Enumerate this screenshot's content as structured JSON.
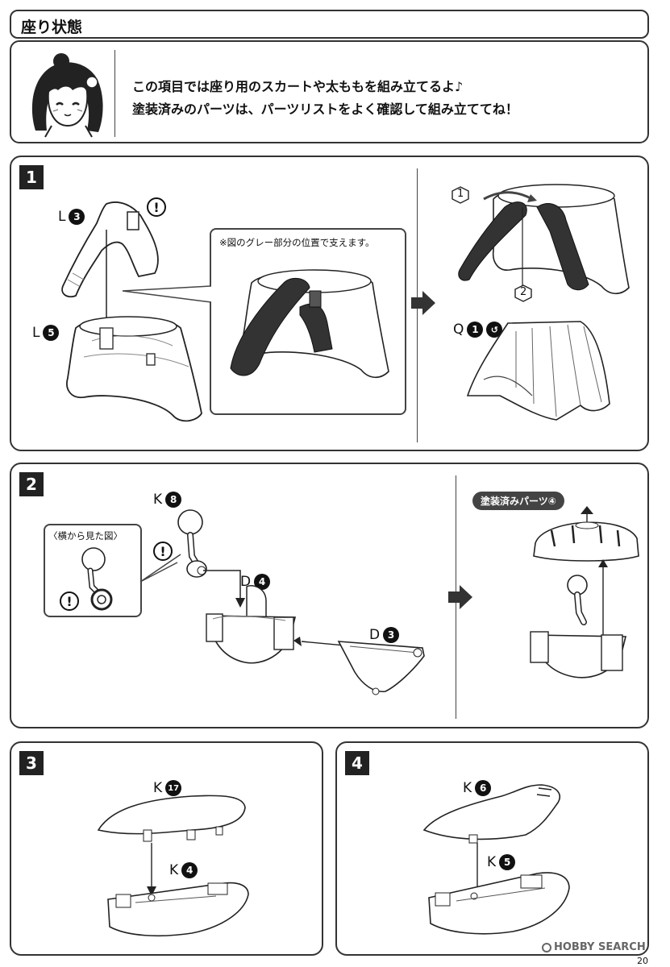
{
  "header": {
    "title": "座り状態",
    "intro_line1": "この項目では座り用のスカートや太ももを組み立てるよ♪",
    "intro_line2": "塗装済みのパーツは、パーツリストをよく確認して組み立ててね！"
  },
  "step1": {
    "number": "1",
    "part_L3_letter": "L",
    "part_L3_num": "3",
    "part_L5_letter": "L",
    "part_L5_num": "5",
    "callout_note": "※図のグレー部分の位置で支えます。",
    "order_1": "1",
    "order_2": "2",
    "part_Q1_letter": "Q",
    "part_Q1_num": "1"
  },
  "step2": {
    "number": "2",
    "side_view_label": "〈横から見た図〉",
    "part_K8_letter": "K",
    "part_K8_num": "8",
    "part_D4_letter": "D",
    "part_D4_num": "4",
    "part_D3_letter": "D",
    "part_D3_num": "3",
    "painted_badge": "塗装済みパーツ④"
  },
  "step3": {
    "number": "3",
    "part_K17_letter": "K",
    "part_K17_num": "17",
    "part_K4_letter": "K",
    "part_K4_num": "4"
  },
  "step4": {
    "number": "4",
    "part_K6_letter": "K",
    "part_K6_num": "6",
    "part_K5_letter": "K",
    "part_K5_num": "5"
  },
  "footer": {
    "watermark": "HOBBY SEARCH",
    "page_number": "20"
  }
}
